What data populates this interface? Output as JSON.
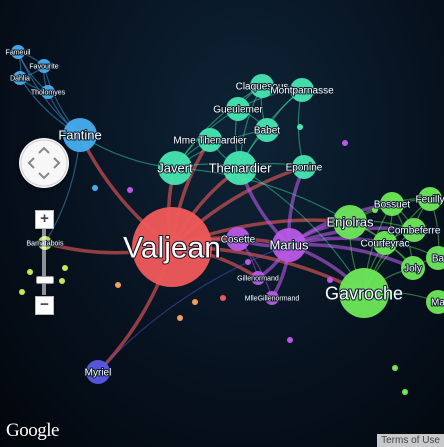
{
  "map": {
    "google_logo": "Google",
    "terms_link": "Terms of Use",
    "zoom_in_label": "+",
    "zoom_out_label": "−"
  },
  "colors": {
    "valjean": "#f05a5a",
    "marius": "#b85ae6",
    "gavroche_group": "#6ee85a",
    "thenardier_group": "#46e6b0",
    "fantine_group": "#46aef0",
    "myriel": "#5a5ae6",
    "bamatabois_group": "#c8e65a",
    "misc": "#f0a05a"
  },
  "graph": {
    "nodes": [
      {
        "id": "valjean",
        "label": "Valjean",
        "group": "valjean",
        "size": "xl"
      },
      {
        "id": "gavroche",
        "label": "Gavroche",
        "group": "gavroche_group",
        "size": "l"
      },
      {
        "id": "marius",
        "label": "Marius",
        "group": "marius",
        "size": "m"
      },
      {
        "id": "javert",
        "label": "Javert",
        "group": "thenardier_group",
        "size": "m"
      },
      {
        "id": "thenardier",
        "label": "Thenardier",
        "group": "thenardier_group",
        "size": "m"
      },
      {
        "id": "fantine",
        "label": "Fantine",
        "group": "fantine_group",
        "size": "m"
      },
      {
        "id": "enjolras",
        "label": "Enjolras",
        "group": "gavroche_group",
        "size": "m"
      },
      {
        "id": "bossuet",
        "label": "Bossuet",
        "group": "gavroche_group",
        "size": "s"
      },
      {
        "id": "courfeyrac",
        "label": "Courfeyrac",
        "group": "gavroche_group",
        "size": "s"
      },
      {
        "id": "combeferre",
        "label": "Combeferre",
        "group": "gavroche_group",
        "size": "s"
      },
      {
        "id": "joly",
        "label": "Joly",
        "group": "gavroche_group",
        "size": "s"
      },
      {
        "id": "feuilly",
        "label": "Feuilly",
        "group": "gavroche_group",
        "size": "s"
      },
      {
        "id": "ba",
        "label": "Ba",
        "group": "gavroche_group",
        "size": "s"
      },
      {
        "id": "ma",
        "label": "Ma",
        "group": "gavroche_group",
        "size": "s"
      },
      {
        "id": "cosette",
        "label": "Cosette",
        "group": "marius",
        "size": "s"
      },
      {
        "id": "eponine",
        "label": "Eponine",
        "group": "thenardier_group",
        "size": "s"
      },
      {
        "id": "mmethenardier",
        "label": "Mme Thenardier",
        "group": "thenardier_group",
        "size": "s"
      },
      {
        "id": "gueulemer",
        "label": "Gueulemer",
        "group": "thenardier_group",
        "size": "s"
      },
      {
        "id": "babet",
        "label": "Babet",
        "group": "thenardier_group",
        "size": "s"
      },
      {
        "id": "claquesous",
        "label": "Claquesous",
        "group": "thenardier_group",
        "size": "s"
      },
      {
        "id": "montparnasse",
        "label": "Montparnasse",
        "group": "thenardier_group",
        "size": "s"
      },
      {
        "id": "gillenormand",
        "label": "Gillenormand",
        "group": "marius",
        "size": "xs"
      },
      {
        "id": "mllegillenormand",
        "label": "MlleGillenormand",
        "group": "marius",
        "size": "xs"
      },
      {
        "id": "myriel",
        "label": "Myriel",
        "group": "myriel",
        "size": "s"
      },
      {
        "id": "bamatabois",
        "label": "Bamatabois",
        "group": "bamatabois_group",
        "size": "xs"
      },
      {
        "id": "fameuil",
        "label": "Fameuil",
        "group": "fantine_group",
        "size": "xs"
      },
      {
        "id": "favourite",
        "label": "Favourite",
        "group": "fantine_group",
        "size": "xs"
      },
      {
        "id": "tholomyes",
        "label": "Tholomyes",
        "group": "fantine_group",
        "size": "xs"
      },
      {
        "id": "dahlia",
        "label": "Dahlia",
        "group": "fantine_group",
        "size": "xs"
      }
    ],
    "links": [
      [
        "valjean",
        "javert"
      ],
      [
        "valjean",
        "thenardier"
      ],
      [
        "valjean",
        "marius"
      ],
      [
        "valjean",
        "cosette"
      ],
      [
        "valjean",
        "fantine"
      ],
      [
        "valjean",
        "myriel"
      ],
      [
        "valjean",
        "gavroche"
      ],
      [
        "valjean",
        "bamatabois"
      ],
      [
        "valjean",
        "mmethenardier"
      ],
      [
        "valjean",
        "enjolras"
      ],
      [
        "valjean",
        "gillenormand"
      ],
      [
        "valjean",
        "eponine"
      ],
      [
        "marius",
        "gavroche"
      ],
      [
        "marius",
        "enjolras"
      ],
      [
        "marius",
        "cosette"
      ],
      [
        "marius",
        "gillenormand"
      ],
      [
        "marius",
        "mllegillenormand"
      ],
      [
        "marius",
        "eponine"
      ],
      [
        "marius",
        "bossuet"
      ],
      [
        "marius",
        "courfeyrac"
      ],
      [
        "marius",
        "combeferre"
      ],
      [
        "marius",
        "joly"
      ],
      [
        "marius",
        "thenardier"
      ],
      [
        "javert",
        "thenardier"
      ],
      [
        "javert",
        "mmethenardier"
      ],
      [
        "javert",
        "gueulemer"
      ],
      [
        "javert",
        "babet"
      ],
      [
        "javert",
        "claquesous"
      ],
      [
        "javert",
        "enjolras"
      ],
      [
        "javert",
        "fantine"
      ],
      [
        "thenardier",
        "eponine"
      ],
      [
        "thenardier",
        "babet"
      ],
      [
        "thenardier",
        "gueulemer"
      ],
      [
        "thenardier",
        "claquesous"
      ],
      [
        "thenardier",
        "montparnasse"
      ],
      [
        "thenardier",
        "mmethenardier"
      ],
      [
        "thenardier",
        "gavroche"
      ],
      [
        "gueulemer",
        "babet"
      ],
      [
        "gueulemer",
        "claquesous"
      ],
      [
        "babet",
        "claquesous"
      ],
      [
        "claquesous",
        "montparnasse"
      ],
      [
        "babet",
        "montparnasse"
      ],
      [
        "gueulemer",
        "montparnasse"
      ],
      [
        "eponine",
        "montparnasse"
      ],
      [
        "gavroche",
        "enjolras"
      ],
      [
        "gavroche",
        "bossuet"
      ],
      [
        "gavroche",
        "courfeyrac"
      ],
      [
        "gavroche",
        "combeferre"
      ],
      [
        "gavroche",
        "joly"
      ],
      [
        "gavroche",
        "feuilly"
      ],
      [
        "gavroche",
        "ma"
      ],
      [
        "enjolras",
        "bossuet"
      ],
      [
        "enjolras",
        "combeferre"
      ],
      [
        "enjolras",
        "courfeyrac"
      ],
      [
        "enjolras",
        "feuilly"
      ],
      [
        "enjolras",
        "joly"
      ],
      [
        "bossuet",
        "courfeyrac"
      ],
      [
        "bossuet",
        "joly"
      ],
      [
        "bossuet",
        "feuilly"
      ],
      [
        "bossuet",
        "combeferre"
      ],
      [
        "courfeyrac",
        "combeferre"
      ],
      [
        "courfeyrac",
        "joly"
      ],
      [
        "courfeyrac",
        "ba"
      ],
      [
        "combeferre",
        "feuilly"
      ],
      [
        "joly",
        "ba"
      ],
      [
        "feuilly",
        "ba"
      ],
      [
        "fantine",
        "tholomyes"
      ],
      [
        "fantine",
        "favourite"
      ],
      [
        "fantine",
        "dahlia"
      ],
      [
        "fantine",
        "fameuil"
      ],
      [
        "tholomyes",
        "favourite"
      ],
      [
        "tholomyes",
        "dahlia"
      ],
      [
        "tholomyes",
        "fameuil"
      ],
      [
        "favourite",
        "dahlia"
      ],
      [
        "fameuil",
        "favourite"
      ],
      [
        "fameuil",
        "dahlia"
      ],
      [
        "fantine",
        "bamatabois"
      ],
      [
        "myriel",
        "marius"
      ],
      [
        "cosette",
        "gillenormand"
      ],
      [
        "cosette",
        "mllegillenormand"
      ]
    ]
  }
}
